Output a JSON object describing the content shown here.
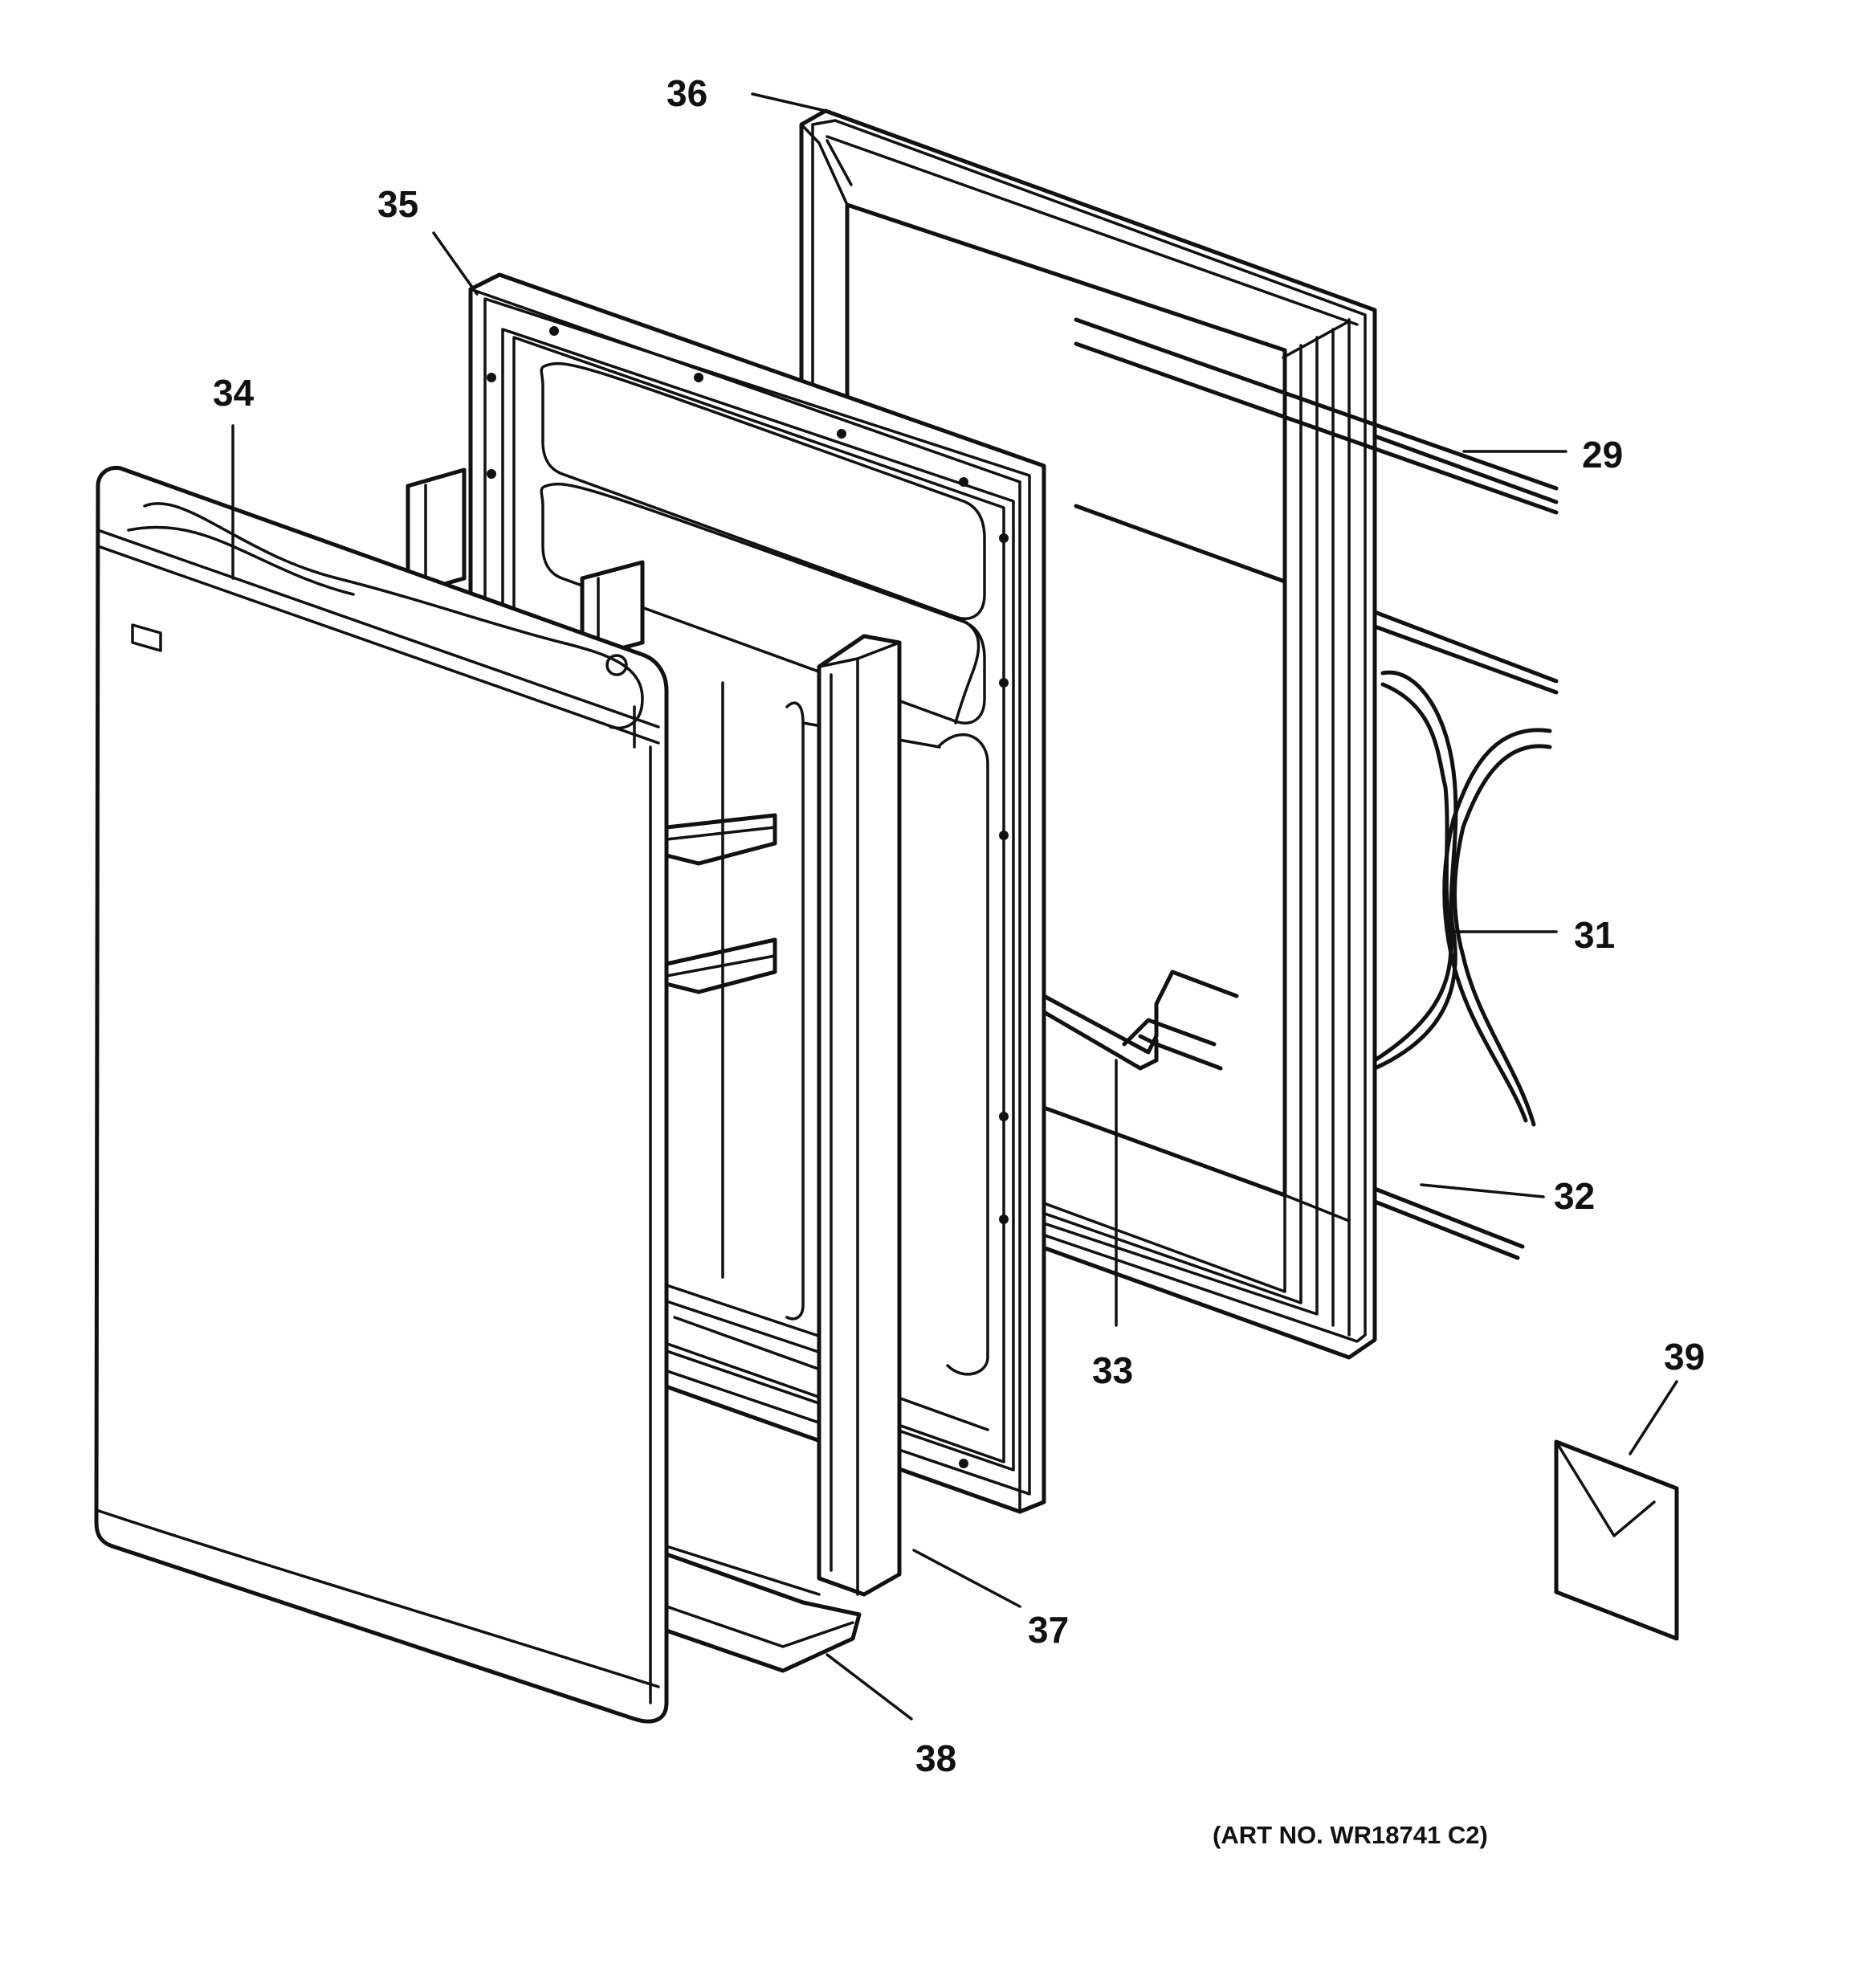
{
  "callouts": {
    "c29": "29",
    "c31": "31",
    "c32": "32",
    "c33": "33",
    "c34": "34",
    "c35": "35",
    "c36": "36",
    "c37": "37",
    "c38": "38",
    "c39": "39"
  },
  "art_number": "(ART NO. WR18741 C2)"
}
